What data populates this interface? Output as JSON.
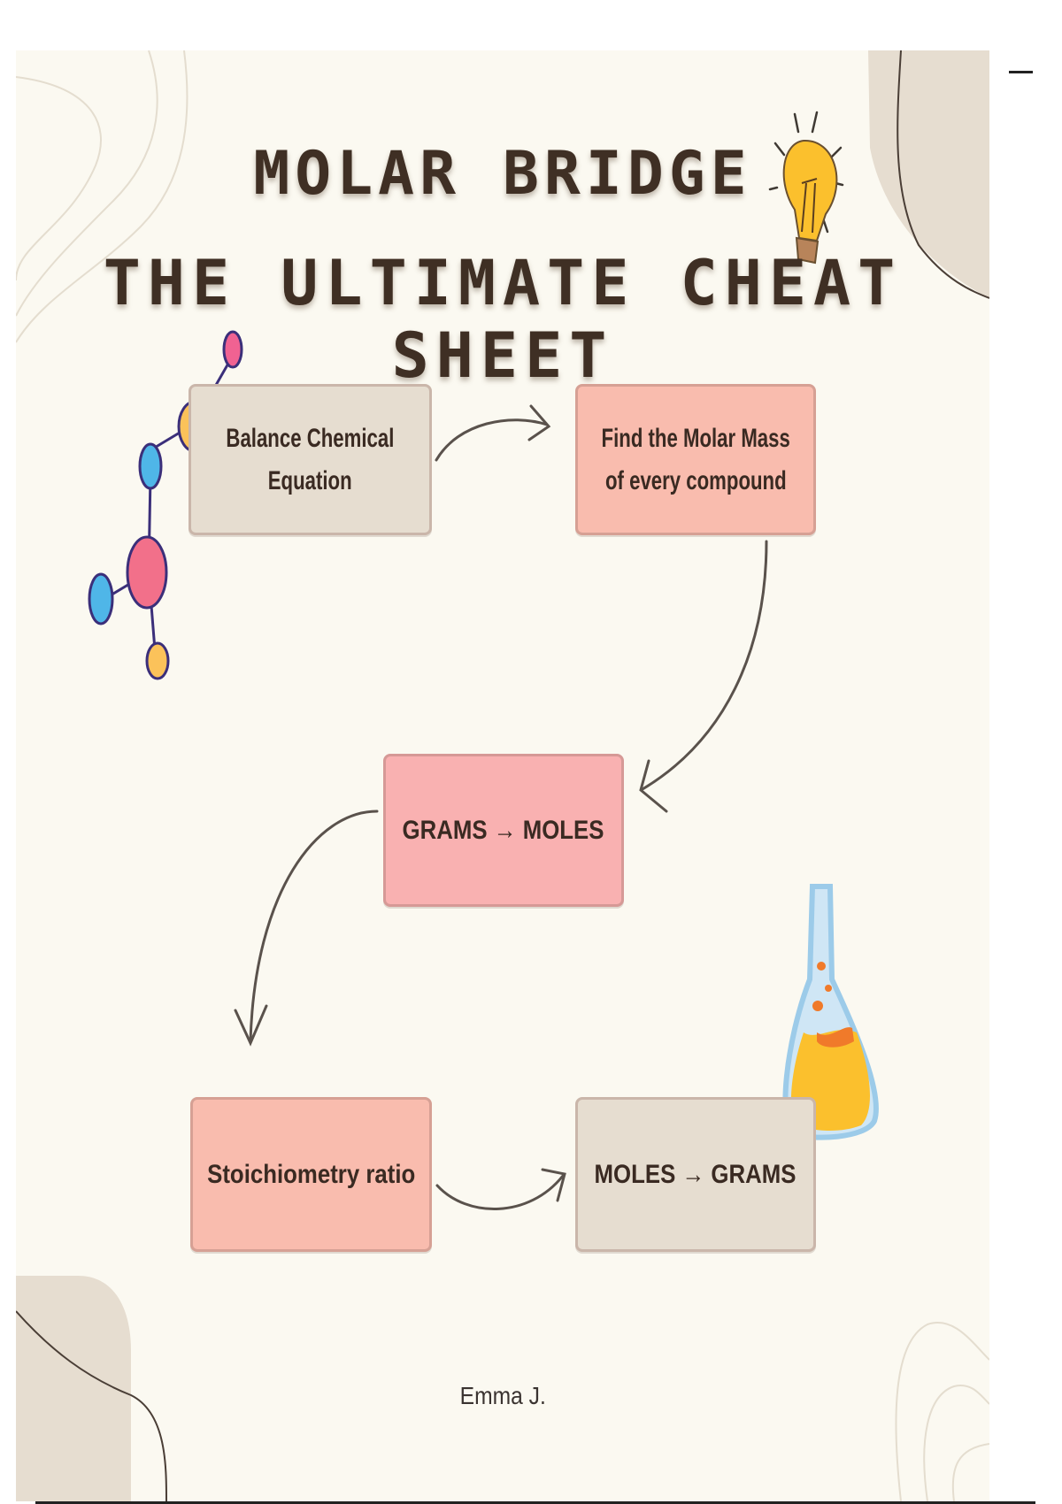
{
  "title": {
    "line1": "MOLAR BRIDGE",
    "line2": "THE ULTIMATE CHEAT SHEET"
  },
  "steps": [
    {
      "label_line1": "Balance Chemical",
      "label_line2": "Equation"
    },
    {
      "label_line1": "Find the Molar Mass",
      "label_line2": "of every compound"
    },
    {
      "label": "GRAMS → MOLES"
    },
    {
      "label": "Stoichiometry ratio"
    },
    {
      "label": "MOLES → GRAMS"
    }
  ],
  "author": "Emma J.",
  "icons": [
    "light-bulb-icon",
    "molecule-icon",
    "flask-icon",
    "arrow-icon"
  ],
  "colors": {
    "background": "#fbf9f1",
    "beige": "#e6ddd0",
    "salmon": "#f9bcae",
    "pink": "#f9b1b1",
    "text": "#3f2f24"
  }
}
